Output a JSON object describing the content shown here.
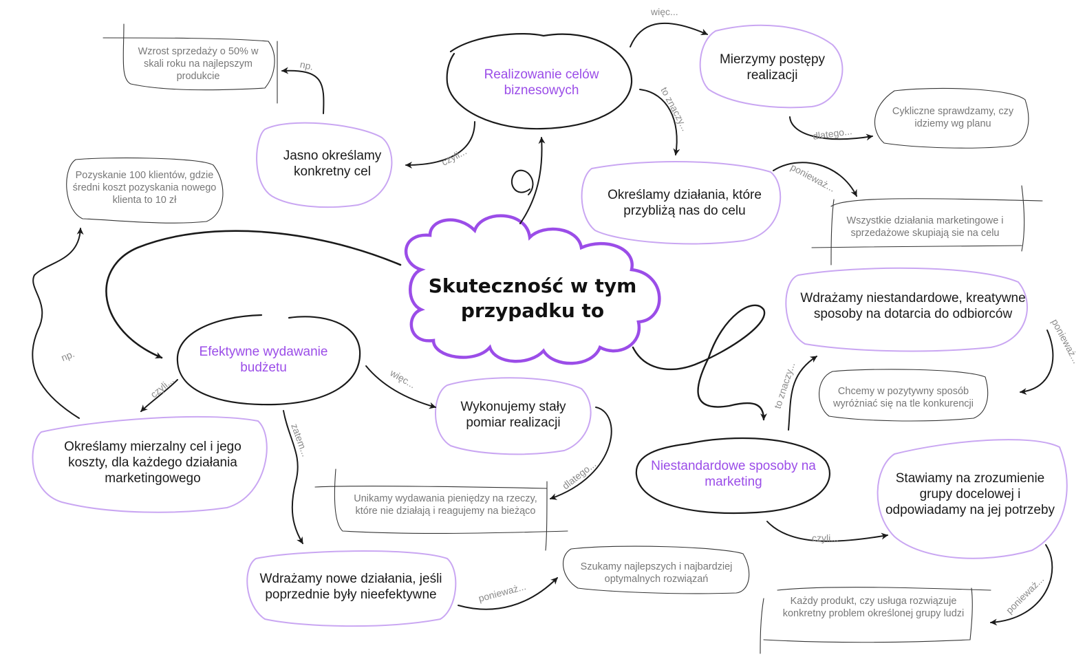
{
  "center": {
    "text": "Skuteczność w tym przypadku to"
  },
  "branches": {
    "goals": {
      "title": "Realizowanie celów biznesowych",
      "specific_goal": "Jasno określamy konkretny cel",
      "specific_goal_example": "Wzrost sprzedaży o 50% w skali roku na najlepszym produkcie",
      "progress": "Mierzymy postępy realizacji",
      "progress_reason": "Cykliczne sprawdzamy, czy idziemy wg planu",
      "actions": "Określamy działania, które przybliżą nas do celu",
      "actions_reason": "Wszystkie działania marketingowe i sprzedażowe skupiają sie na celu"
    },
    "budget": {
      "title": "Efektywne wydawanie budżetu",
      "measurable": "Określamy mierzalny cel i jego koszty, dla każdego działania marketingowego",
      "measurable_example": "Pozyskanie 100 klientów, gdzie średni koszt pozyskania nowego klienta to 10 zł",
      "measure": "Wykonujemy stały pomiar realizacji",
      "measure_reason": "Unikamy wydawania pieniędzy na rzeczy, które nie działają i reagujemy na bieżąco",
      "new_actions": "Wdrażamy nowe działania, jeśli poprzednie były nieefektywne",
      "new_actions_reason": "Szukamy najlepszych i najbardziej optymalnych rozwiązań"
    },
    "marketing": {
      "title": "Niestandardowe sposoby na marketing",
      "creative": "Wdrażamy niestandardowe, kreatywne sposoby na dotarcia do odbiorców",
      "creative_reason": "Chcemy w pozytywny sposób wyróżniać się na tle konkurencji",
      "audience": "Stawiamy na zrozumienie grupy docelowej i odpowiadamy na jej potrzeby",
      "audience_reason": "Każdy produkt, czy usługa rozwiązuje konkretny problem określonej grupy ludzi"
    }
  },
  "connectors": {
    "np1": "np.",
    "czyli1": "czyli...",
    "wiec1": "więc...",
    "to_znaczy1": "to znaczy...",
    "dlatego1": "dlatego...",
    "poniewaz1": "ponieważ...",
    "np2": "np.",
    "czyli2": "czyli...",
    "wiec2": "więc...",
    "zatem": "zatem...",
    "dlatego2": "dlatego...",
    "poniewaz2": "ponieważ...",
    "to_znaczy2": "to znaczy...",
    "poniewaz3": "ponieważ...",
    "czyli3": "czyli...",
    "poniewaz4": "ponieważ..."
  },
  "colors": {
    "accent": "#9b4de8",
    "light_outline": "#c9a6f2",
    "ink": "#1a1a1a",
    "muted": "#777777"
  }
}
